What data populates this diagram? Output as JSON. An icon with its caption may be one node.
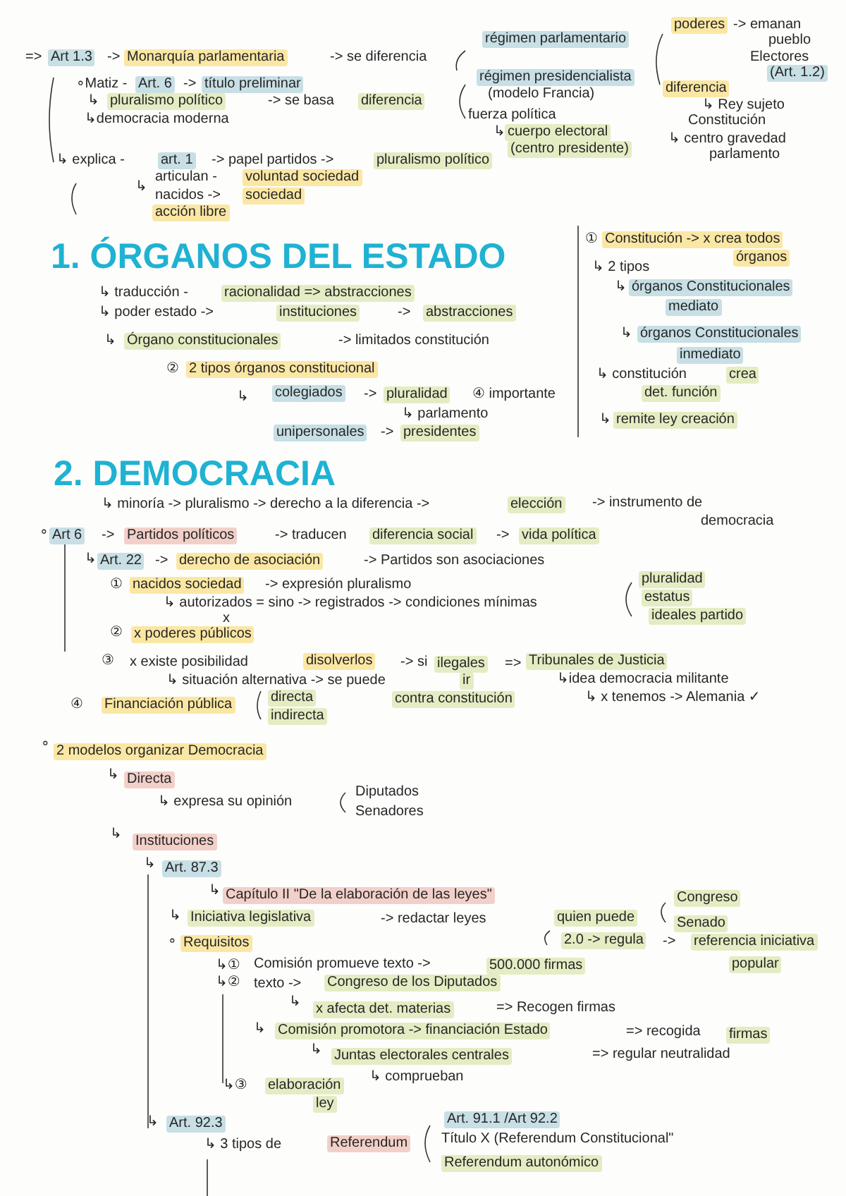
{
  "diagram": {
    "labels": [
      "=>",
      "Art 1.3",
      "->",
      "Monarquía parlamentaria",
      "-> se diferencia",
      "régimen parlamentario",
      "poderes",
      "-> emanan",
      "pueblo",
      "Electores",
      "régimen presidencialista",
      "(Art. 1.2)",
      "(modelo Francia)",
      "diferencia",
      "↳ Rey sujeto",
      "Constitución",
      "↳ centro gravedad",
      "parlamento",
      "fuerza política",
      "↳",
      "cuerpo electoral",
      "(centro presidente)",
      "∘Matiz -",
      "Art. 6",
      "->",
      "título preliminar",
      "↳",
      "pluralismo político",
      "-> se basa",
      "diferencia",
      "↳democracia moderna",
      "↳ explica -",
      "art. 1",
      "-> papel partidos ->",
      "pluralismo político",
      "↳",
      "articulan -",
      "voluntad sociedad",
      "nacidos ->",
      "sociedad",
      "acción libre",
      "1. ÓRGANOS DEL ESTADO",
      "↳ traducción -",
      "racionalidad => abstracciones",
      "↳ poder estado ->",
      "instituciones",
      "->",
      "abstracciones",
      "↳",
      "Órgano constitucionales",
      "-> limitados constitución",
      "②",
      "2 tipos órganos constitucional",
      "↳",
      "colegiados",
      "->",
      "pluralidad",
      "④ importante",
      "↳ parlamento",
      "unipersonales",
      "->",
      "presidentes",
      "①",
      "Constitución -> x crea todos",
      "órganos",
      "↳ 2 tipos",
      "↳",
      "órganos Constitucionales",
      "mediato",
      "↳",
      "órganos Constitucionales",
      "inmediato",
      "↳ constitución",
      "crea",
      "det. función",
      "↳",
      "remite ley creación",
      "2. DEMOCRACIA",
      "↳ minoría -> pluralismo -> derecho a la diferencia ->",
      "elección",
      "-> instrumento de",
      "democracia",
      "∘",
      "Art 6",
      "->",
      "Partidos políticos",
      "-> traducen",
      "diferencia social",
      "->",
      "vida política",
      "↳",
      "Art. 22",
      "->",
      "derecho de asociación",
      "-> Partidos son asociaciones",
      "①",
      "nacidos sociedad",
      "-> expresión pluralismo",
      "pluralidad",
      "estatus",
      "↳ autorizados = sino -> registrados -> condiciones mínimas",
      "ideales partido",
      "x",
      "②",
      "x poderes públicos",
      "③",
      "x existe posibilidad",
      "disolverlos",
      "-> si",
      "ilegales",
      "=>",
      "Tribunales de Justicia",
      "↳ situación alternativa -> se puede",
      "ir",
      "↳idea democracia militante",
      "④",
      "Financiación pública",
      "directa",
      "contra constitución",
      "↳ x tenemos -> Alemania ✓",
      "indirecta",
      "∘",
      "2 modelos organizar Democracia",
      "↳",
      "Directa",
      "↳ expresa su opinión",
      "Diputados",
      "Senadores",
      "↳",
      "Instituciones",
      "↳",
      "Art. 87.3",
      "↳",
      "Capítulo II \"De la elaboración de las leyes\"",
      "Congreso",
      "↳",
      "Iniciativa legislativa",
      "-> redactar leyes",
      "quien puede",
      "Senado",
      "2.0 -> regula",
      "->",
      "referencia iniciativa",
      "popular",
      "∘",
      "Requisitos",
      "↳①",
      "Comisión promueve texto ->",
      "500.000 firmas",
      "↳②",
      "texto ->",
      "Congreso de los Diputados",
      "↳",
      "x afecta det. materias",
      "=> Recogen firmas",
      "↳",
      "Comisión promotora -> financiación Estado",
      "=> recogida",
      "firmas",
      "↳",
      "Juntas electorales centrales",
      "=> regular neutralidad",
      "↳ comprueban",
      "↳③",
      "elaboración",
      "ley",
      "↳",
      "Art. 92.3",
      "Art. 91.1 /Art 92.2",
      "Título X (Referendum Constitucional\"",
      "↳ 3 tipos de",
      "Referendum",
      "Referendum autonómico"
    ]
  }
}
